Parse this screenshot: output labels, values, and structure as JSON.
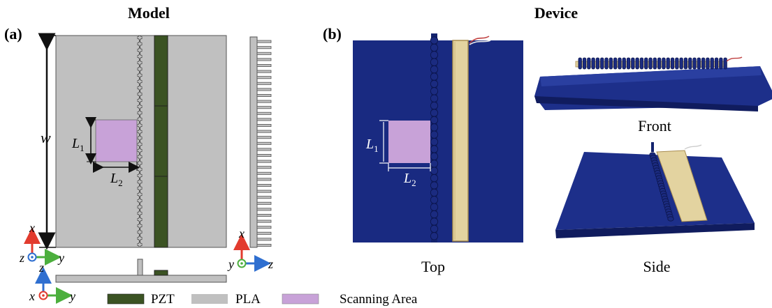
{
  "headers": {
    "model": "Model",
    "device": "Device"
  },
  "panels": {
    "a": "(a)",
    "b": "(b)"
  },
  "dims": {
    "w": "w",
    "L1": "L",
    "L1_sub": "1",
    "L2": "L",
    "L2_sub": "2"
  },
  "axes": {
    "top_view": {
      "x": "x",
      "y": "y",
      "z": "z"
    },
    "side_view": {
      "x": "x",
      "y": "y",
      "z": "z"
    },
    "bottom_view": {
      "x": "x",
      "y": "y",
      "z": "z"
    }
  },
  "captions": {
    "top": "Top",
    "front": "Front",
    "side": "Side"
  },
  "legend": [
    {
      "label": "PZT",
      "color": "#3b5323"
    },
    {
      "label": "PLA",
      "color": "#c0c0c0"
    },
    {
      "label": "Scanning Area",
      "color": "#c8a2d8"
    }
  ],
  "colors": {
    "pla": "#c0c0c0",
    "pzt": "#3b5323",
    "scan": "#c8a2d8",
    "device_blue": "#1d2f8a",
    "wood": "#e3d3a0",
    "axis_red": "#e23b2e",
    "axis_green": "#4caf3d",
    "axis_blue": "#2f6fd0"
  }
}
